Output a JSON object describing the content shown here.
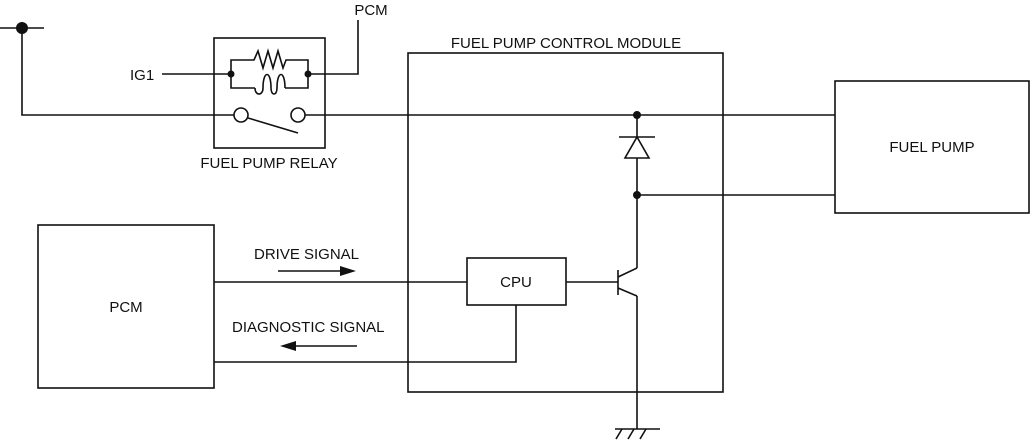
{
  "labels": {
    "pcm_top": "PCM",
    "ig1": "IG1",
    "relay": "FUEL PUMP RELAY",
    "module": "FUEL PUMP CONTROL MODULE",
    "fuel_pump": "FUEL PUMP",
    "pcm": "PCM",
    "cpu": "CPU",
    "drive_signal": "DRIVE SIGNAL",
    "diagnostic_signal": "DIAGNOSTIC SIGNAL"
  }
}
